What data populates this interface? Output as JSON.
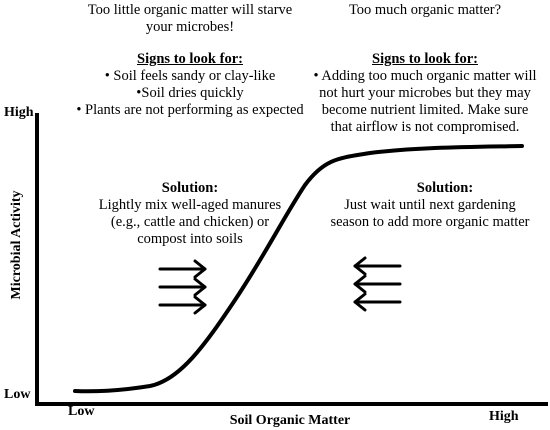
{
  "left_panel": {
    "title_lines": [
      "Too little organic matter will starve",
      "your microbes!"
    ],
    "signs_heading": "Signs to look for:",
    "signs_lines": [
      "• Soil feels sandy or clay-like",
      "•Soil dries quickly",
      "• Plants are not performing as expected"
    ],
    "solution_heading": "Solution:",
    "solution_lines": [
      "Lightly mix well-aged manures",
      "(e.g., cattle and chicken) or",
      "compost into soils"
    ]
  },
  "right_panel": {
    "title": "Too much organic matter?",
    "signs_heading": "Signs to look for:",
    "signs_lines": [
      "• Adding too much organic matter will",
      "not hurt your microbes but they may",
      "become nutrient limited. Make sure",
      "that airflow is not compromised."
    ],
    "solution_heading": "Solution:",
    "solution_lines": [
      "Just wait until next gardening",
      "season to add more organic matter"
    ]
  },
  "axes": {
    "y_label": "Microbial Activity",
    "y_high": "High",
    "y_low": "Low",
    "x_label": "Soil Organic Matter",
    "x_low": "Low",
    "x_high": "High"
  },
  "arrows": {
    "left_group_direction": "right",
    "right_group_direction": "left",
    "count_per_group": 3
  },
  "curve": {
    "shape": "sigmoid"
  },
  "colors": {
    "ink": "#000000",
    "background": "#ffffff"
  }
}
